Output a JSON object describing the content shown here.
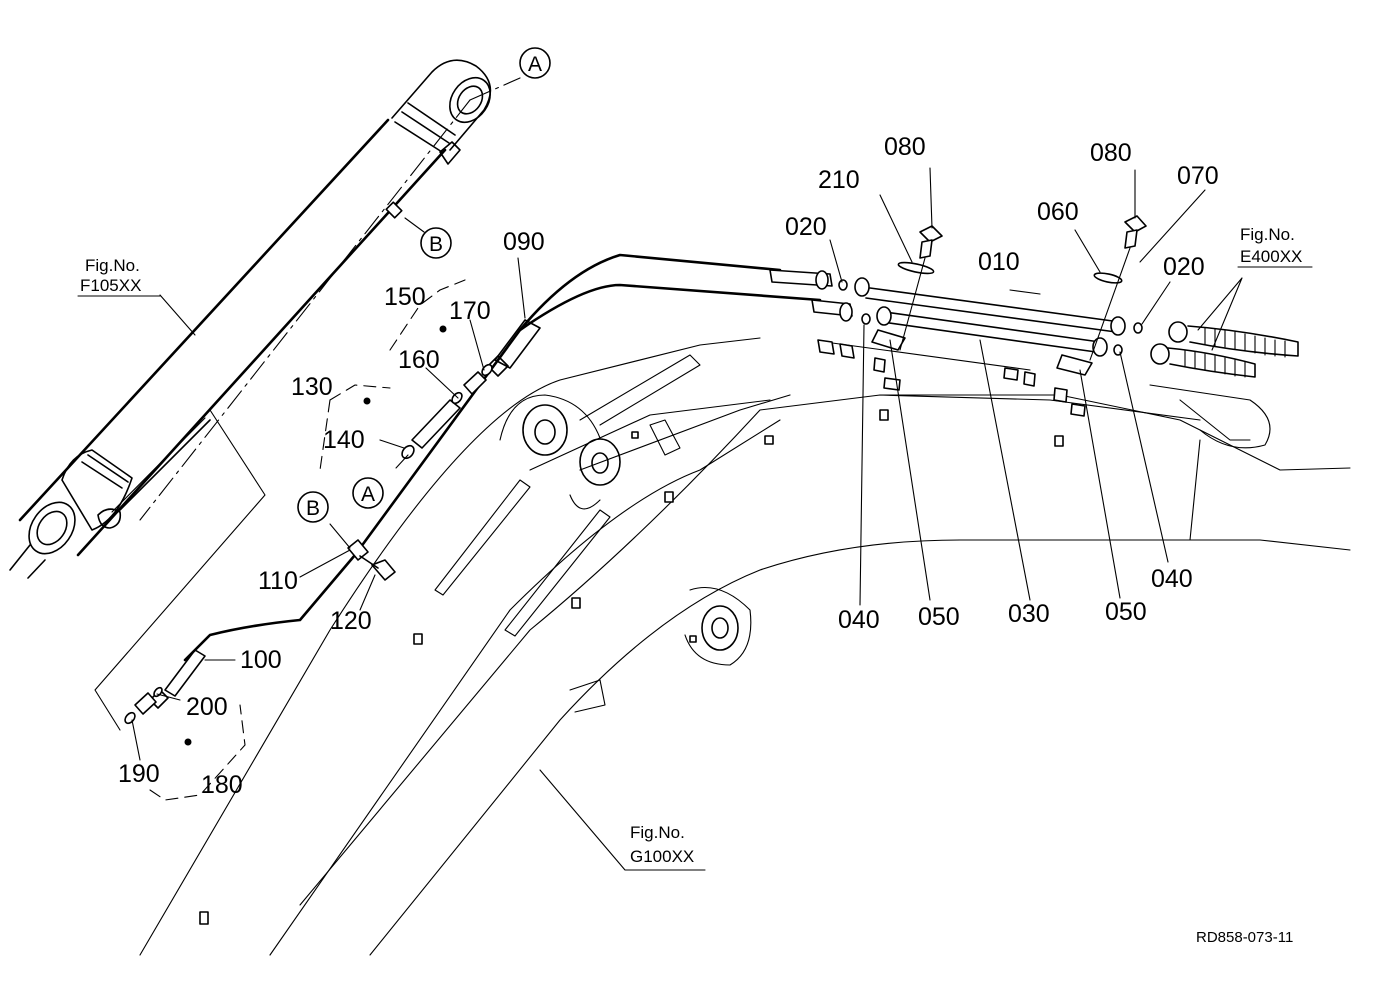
{
  "labels": {
    "p010": "010",
    "p020a": "020",
    "p020b": "020",
    "p030": "030",
    "p040a": "040",
    "p040b": "040",
    "p050a": "050",
    "p050b": "050",
    "p060": "060",
    "p070": "070",
    "p080a": "080",
    "p080b": "080",
    "p090": "090",
    "p100": "100",
    "p110": "110",
    "p120": "120",
    "p130": "130",
    "p140": "140",
    "p150": "150",
    "p160": "160",
    "p170": "170",
    "p180": "180",
    "p190": "190",
    "p200": "200",
    "p210": "210"
  },
  "callouts": {
    "a_top": "A",
    "a_mid": "A",
    "b_top": "B",
    "b_mid": "B"
  },
  "figure_refs": {
    "f105_line1": "Fig.No.",
    "f105_line2": "F105XX",
    "e400_line1": "Fig.No.",
    "e400_line2": "E400XX",
    "g100_line1": "Fig.No.",
    "g100_line2": "G100XX"
  },
  "drawing_code": "RD858-073-11"
}
